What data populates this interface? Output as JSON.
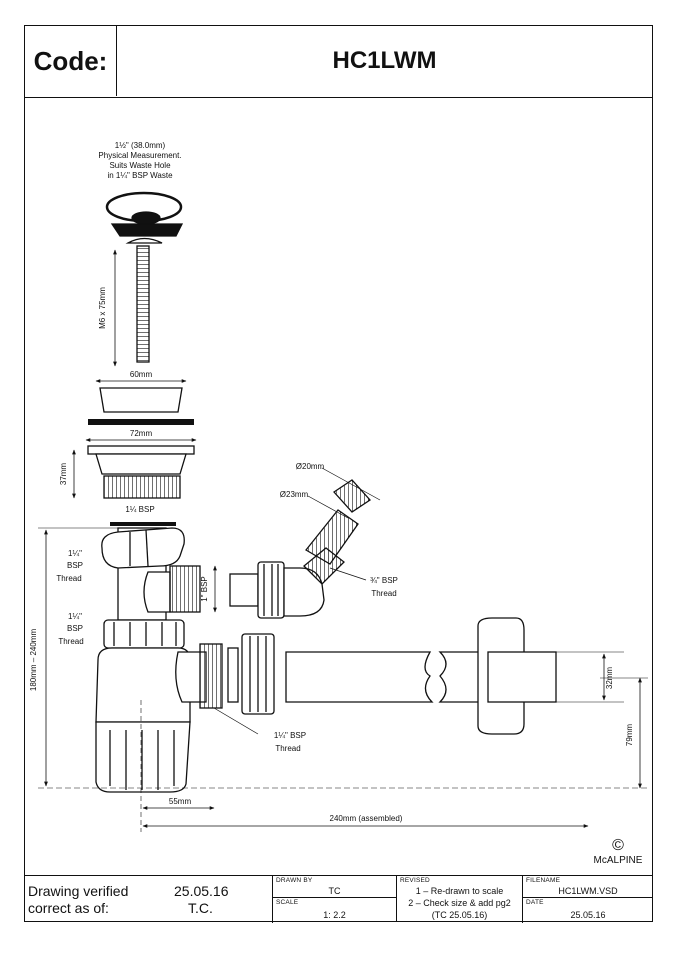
{
  "header": {
    "code_label": "Code:",
    "code_value": "HC1LWM"
  },
  "annotations": {
    "plug_size_1": "1½\" (38.0mm)",
    "plug_size_2": "Physical Measurement.",
    "plug_size_3": "Suits Waste Hole",
    "plug_size_4": "in 1¼\" BSP Waste",
    "screw": "M6 x 75mm",
    "grate_width": "60mm",
    "flange_width": "72mm",
    "body_height": "37mm",
    "body_thread": "1¼ BSP",
    "thread_top_1": "1¼\"",
    "thread_top_2": "BSP",
    "thread_top_3": "Thread",
    "side_bsp": "1\" BSP",
    "thread_mid_1": "1¼\"",
    "thread_mid_2": "BSP",
    "thread_mid_3": "Thread",
    "hose_20": "Ø20mm",
    "hose_23": "Ø23mm",
    "elbow_1": "¾\" BSP",
    "elbow_2": "Thread",
    "overall_height": "180mm – 240mm",
    "outlet_1": "1¼\" BSP",
    "outlet_2": "Thread",
    "pipe_dia": "32mm",
    "wall_height": "79mm",
    "offset": "55mm",
    "length": "240mm (assembled)"
  },
  "brand": {
    "symbol": "©",
    "name": "McALPINE"
  },
  "footer": {
    "verified_1": "Drawing verified",
    "verified_2": "correct as of:",
    "verified_date": "25.05.16",
    "verified_by": "T.C.",
    "drawn_by_label": "DRAWN BY",
    "drawn_by": "TC",
    "scale_label": "SCALE",
    "scale": "1: 2.2",
    "revised_label": "REVISED",
    "revised_1": "1 – Re-drawn to scale",
    "revised_2": "2 – Check size & add pg2",
    "revised_3": "(TC 25.05.16)",
    "filename_label": "FILENAME",
    "filename": "HC1LWM.VSD",
    "date_label": "DATE",
    "date": "25.05.16"
  }
}
